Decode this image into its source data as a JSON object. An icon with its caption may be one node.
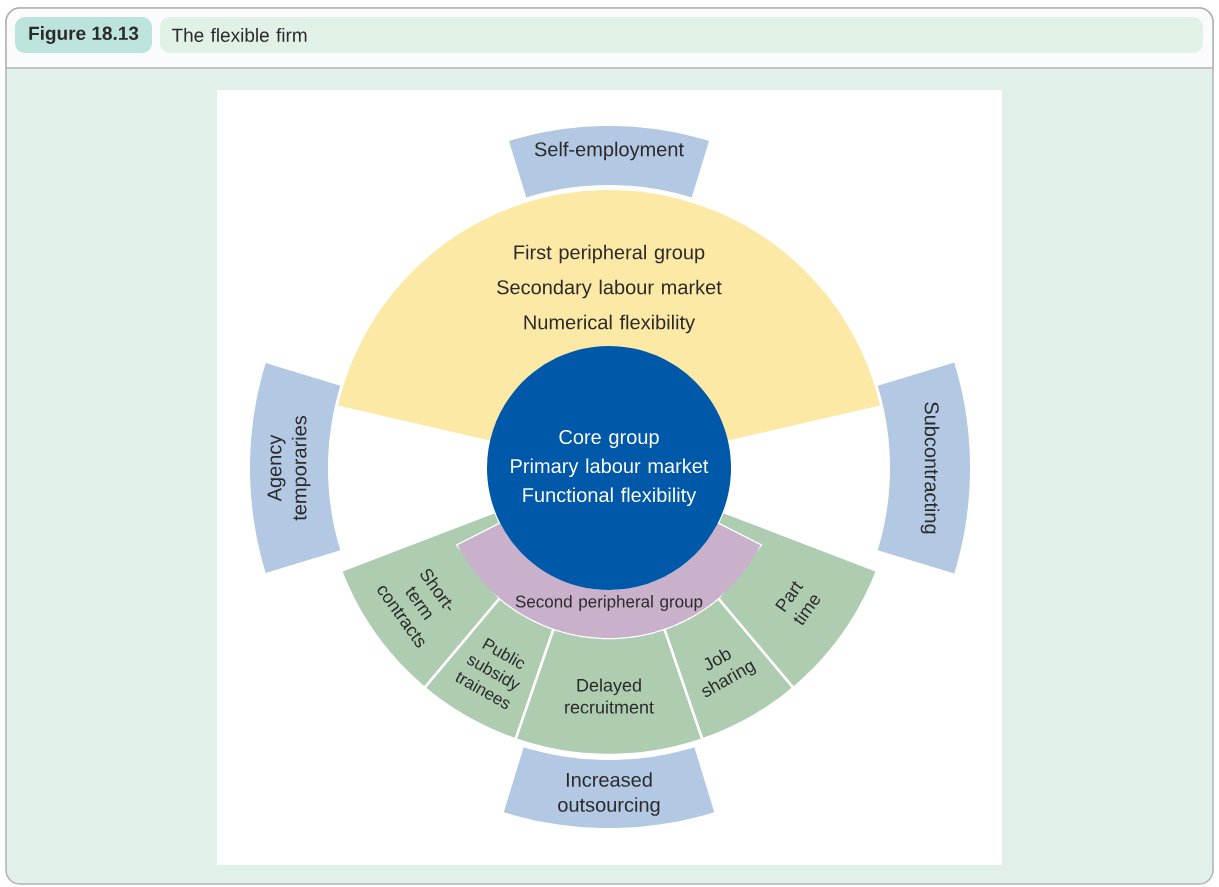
{
  "diagram": {
    "title": "The flexible firm",
    "nodes": [
      {
        "text": [
          "Self-employment"
        ]
      },
      {
        "text": [
          "First peripheral group",
          "Secondary labour market",
          "Numerical flexibility"
        ]
      },
      {
        "text": [
          "Agency temporaries"
        ]
      },
      {
        "text": [
          "Core group",
          "Primary labour market",
          "Functional flexibility"
        ]
      },
      {
        "text": [
          "Subcontracting"
        ]
      },
      {
        "text": [
          "Second peripheral group"
        ]
      },
      {
        "text": [
          "Short-term contracts"
        ]
      },
      {
        "text": [
          "Public subsidy trainees"
        ]
      },
      {
        "text": [
          "Delayed recruitment"
        ]
      },
      {
        "text": [
          "Job sharing"
        ]
      },
      {
        "text": [
          "Part time"
        ]
      },
      {
        "text": [
          "Increased outsourcing"
        ]
      }
    ],
    "labels": [
      "Figure 18.13"
    ]
  }
}
